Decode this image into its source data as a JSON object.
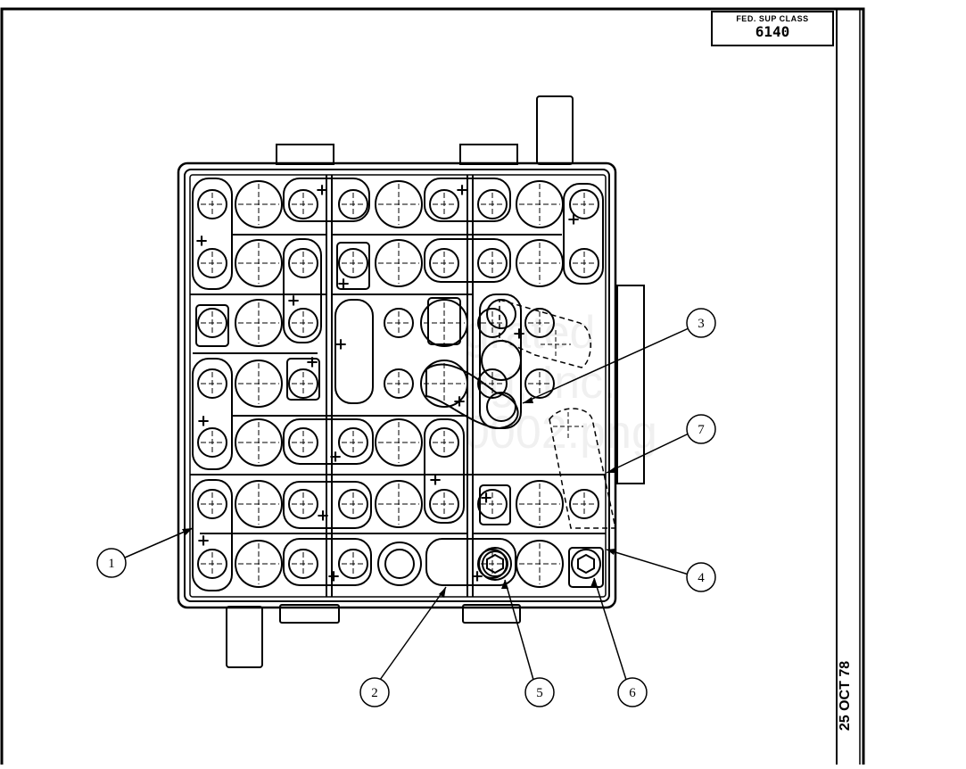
{
  "drawing": {
    "title_block": {
      "class_label": "FED. SUP CLASS",
      "class_code": "6140"
    },
    "date_stamp": "25 OCT 78",
    "watermark_lines": [
      "grated",
      "ng, Inc.",
      "0002.png"
    ],
    "callouts": [
      {
        "id": "callout-1",
        "number": "1"
      },
      {
        "id": "callout-2",
        "number": "2"
      },
      {
        "id": "callout-3",
        "number": "3"
      },
      {
        "id": "callout-4",
        "number": "4"
      },
      {
        "id": "callout-5",
        "number": "5"
      },
      {
        "id": "callout-6",
        "number": "6"
      },
      {
        "id": "callout-7",
        "number": "7"
      }
    ],
    "polarity_symbol": "+",
    "colors": {
      "ink": "#000000",
      "paper": "#ffffff"
    }
  }
}
